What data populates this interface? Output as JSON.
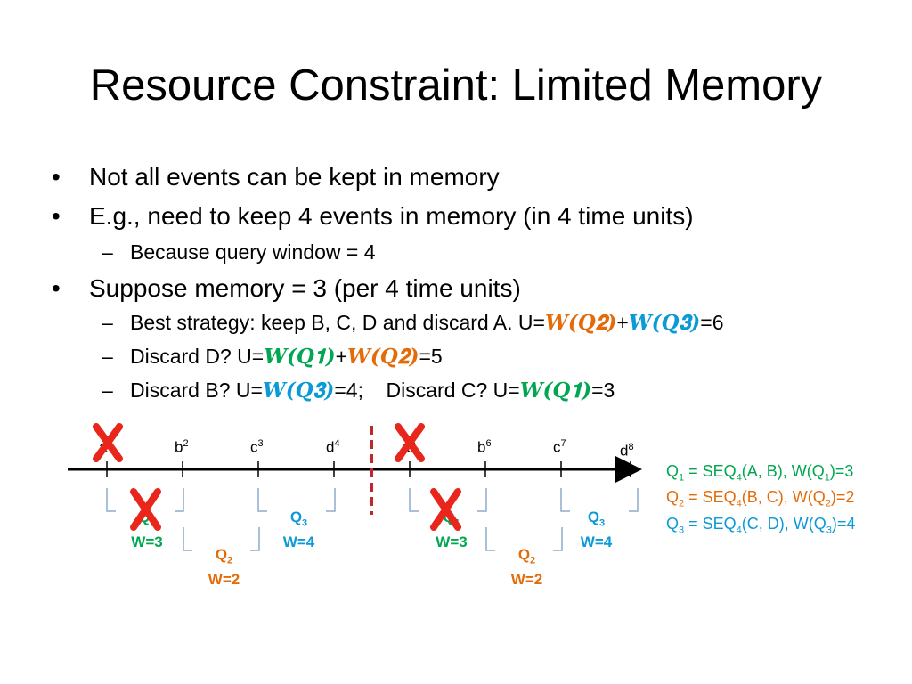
{
  "slide": {
    "title": "Resource Constraint: Limited Memory",
    "bullet_glyph": "•",
    "dash_glyph": "–",
    "bullets": [
      "Not all events can be kept in memory",
      "E.g., need to keep 4 events in memory (in 4 time units)",
      "Suppose memory = 3 (per 4 time units)"
    ],
    "sub_window": "Because query window = 4",
    "sub_best": {
      "prefix": "Best strategy: keep B, C, D and discard A. U=",
      "w1": "𝑾(𝑸𝟐)",
      "plus": "+",
      "w2": "𝑾(𝑸𝟑)",
      "suffix": "=6"
    },
    "sub_d": {
      "prefix": "Discard D? U=",
      "w1": "𝑾(𝑸𝟏)",
      "plus": "+",
      "w2": "𝑾(𝑸𝟐)",
      "suffix": "=5"
    },
    "sub_bc": {
      "prefix": "Discard B? U=",
      "w1": "𝑾(𝑸𝟑)",
      "mid": "=4;    Discard C? U=",
      "w2": "𝑾(𝑸𝟏)",
      "suffix": "=3"
    }
  },
  "timeline": {
    "events": [
      {
        "letter": "a",
        "index": "1"
      },
      {
        "letter": "b",
        "index": "2"
      },
      {
        "letter": "c",
        "index": "3"
      },
      {
        "letter": "d",
        "index": "4"
      },
      {
        "letter": "a",
        "index": "5"
      },
      {
        "letter": "b",
        "index": "6"
      },
      {
        "letter": "c",
        "index": "7"
      },
      {
        "letter": "d",
        "index": "8"
      }
    ],
    "queries": {
      "q1": {
        "q": "Q",
        "sub": "1",
        "w": "W=3"
      },
      "q2": {
        "q": "Q",
        "sub": "2",
        "w": "W=2"
      },
      "q3": {
        "q": "Q",
        "sub": "3",
        "w": "W=4"
      }
    }
  },
  "legend": [
    {
      "pre": "Q",
      "qsub": "1",
      "mid": " = SEQ",
      "seqsub": "4",
      "args": "(A, B), W(Q",
      "wsub": "1",
      "end": ")=3"
    },
    {
      "pre": "Q",
      "qsub": "2",
      "mid": " = SEQ",
      "seqsub": "4",
      "args": "(B, C), W(Q",
      "wsub": "2",
      "end": ")=2"
    },
    {
      "pre": "Q",
      "qsub": "3",
      "mid": " = SEQ",
      "seqsub": "4",
      "args": "(C, D), W(Q",
      "wsub": "3",
      "end": ")=4"
    }
  ],
  "colors": {
    "q1": "#00a651",
    "q2": "#e36c09",
    "q3": "#0b9ad6",
    "cross": "#e8261c",
    "divider": "#c0262c",
    "bracket": "#8eaacb"
  },
  "icons": {
    "discard": "cross-mark-icon"
  }
}
